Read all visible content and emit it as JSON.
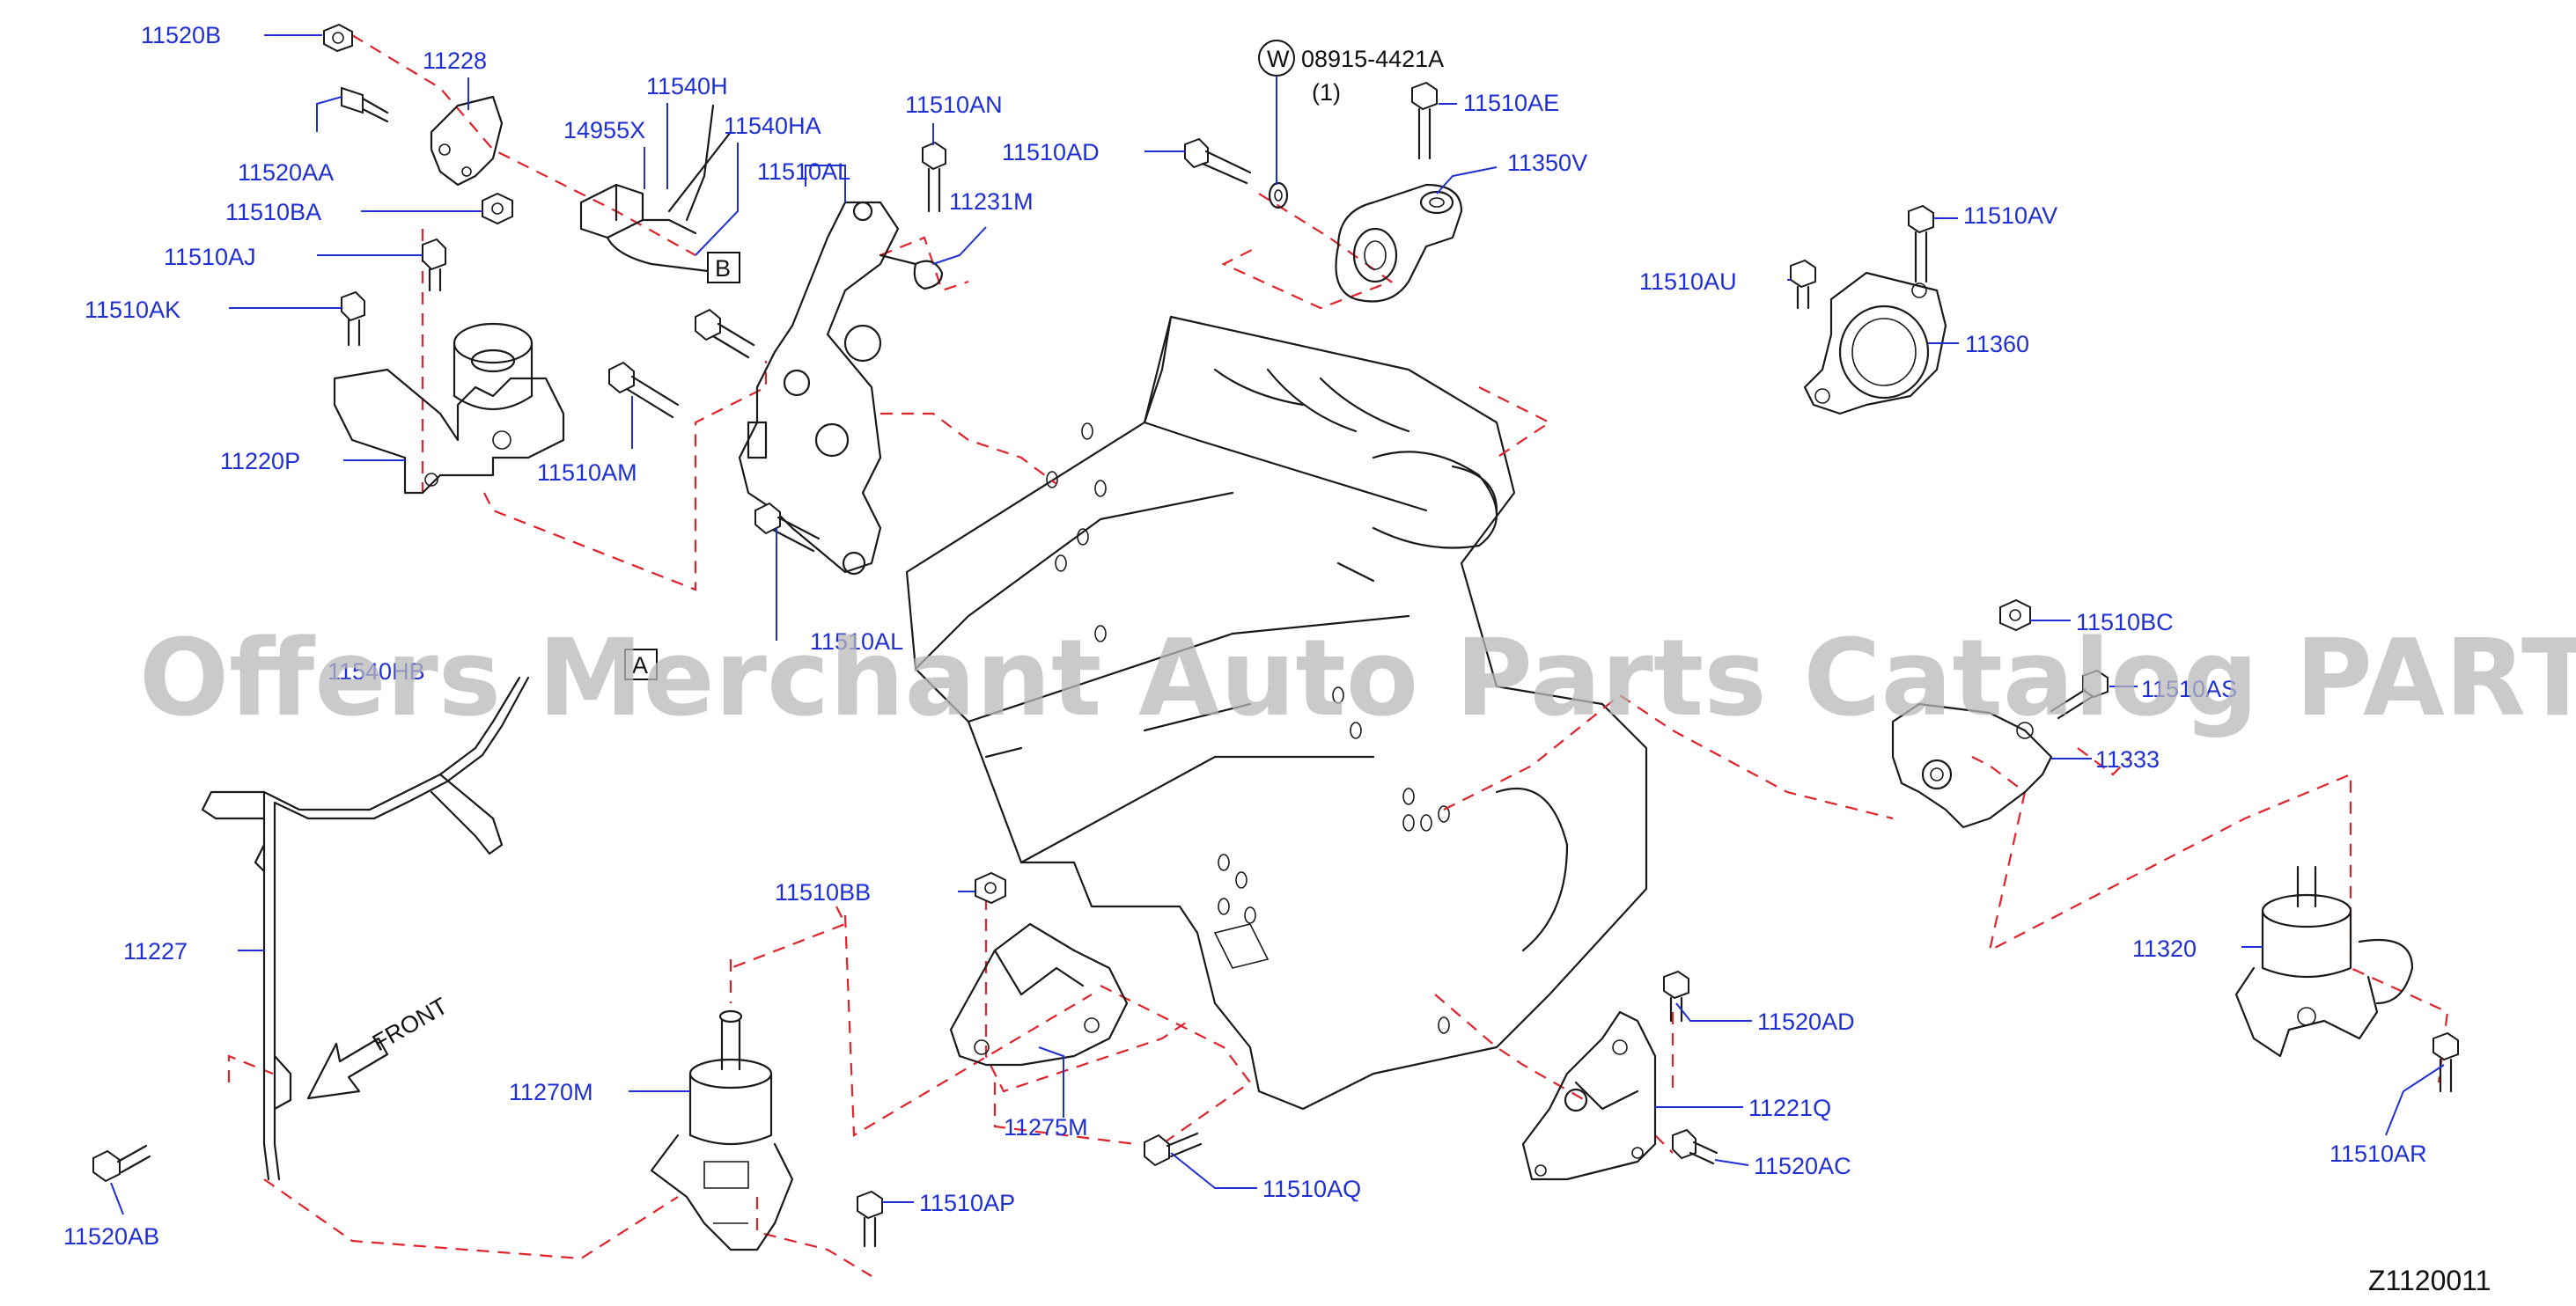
{
  "labels": {
    "l_11520B": "11520B",
    "l_11228": "11228",
    "l_11540H": "11540H",
    "l_14955X": "14955X",
    "l_11540HA": "11540HA",
    "l_11510AN": "11510AN",
    "l_11510AD": "11510AD",
    "l_08915": "08915-4421A",
    "l_qty1": "(1)",
    "l_11510AE": "11510AE",
    "l_11350V": "11350V",
    "l_11520AA": "11520AA",
    "l_11510AL_top": "11510AL",
    "l_11231M": "11231M",
    "l_11510BA": "11510BA",
    "l_11510AJ": "11510AJ",
    "l_11510AK": "11510AK",
    "l_11220P": "11220P",
    "l_11510AM": "11510AM",
    "l_11510AL_bot": "11510AL",
    "l_11510AV": "11510AV",
    "l_11510AU": "11510AU",
    "l_11360": "11360",
    "l_11540HB": "11540HB",
    "l_11510BC": "11510BC",
    "l_11510AS": "11510AS",
    "l_11333": "11333",
    "l_11510BB": "11510BB",
    "l_11227": "11227",
    "l_11320": "11320",
    "l_11270M": "11270M",
    "l_11275M": "11275M",
    "l_11520AD": "11520AD",
    "l_11221Q": "11221Q",
    "l_11520AC": "11520AC",
    "l_11510AQ": "11510AQ",
    "l_11510AP": "11510AP",
    "l_11510AR": "11510AR",
    "l_11520AB": "11520AB"
  },
  "refs": {
    "ref_b": "B",
    "ref_a": "A",
    "washer_symbol": "W"
  },
  "front_label": "FRONT",
  "diagram_code": "Z1120011",
  "watermark": "Offers Merchant Auto Parts Catalog PARTSTORE.SA",
  "colors": {
    "label": "#1f2fd6",
    "dashed_line": "#e0232a",
    "line_art": "#1a1a1a",
    "watermark": "#b8b8b8"
  }
}
